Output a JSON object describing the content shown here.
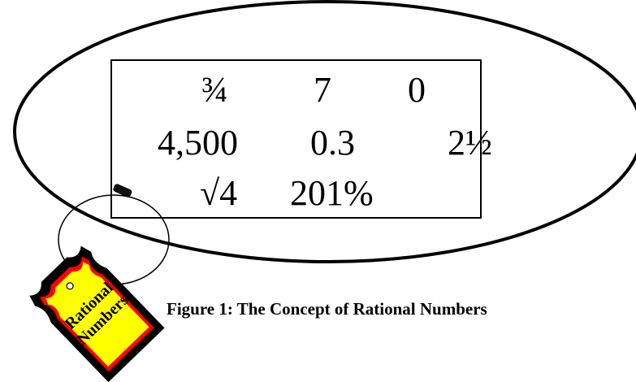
{
  "numbers": {
    "row1": [
      "¾",
      "7",
      "0"
    ],
    "row2": [
      "4,500",
      "0.3",
      "2½"
    ],
    "row3": [
      "√4",
      "201%"
    ]
  },
  "tag": {
    "line1": "Rational",
    "line2": "Numbers"
  },
  "caption": "Figure 1: The Concept of Rational Numbers",
  "colors": {
    "tag_fill": "#ffff00",
    "tag_border": "#000000",
    "tag_inner_border": "#ff0000"
  }
}
